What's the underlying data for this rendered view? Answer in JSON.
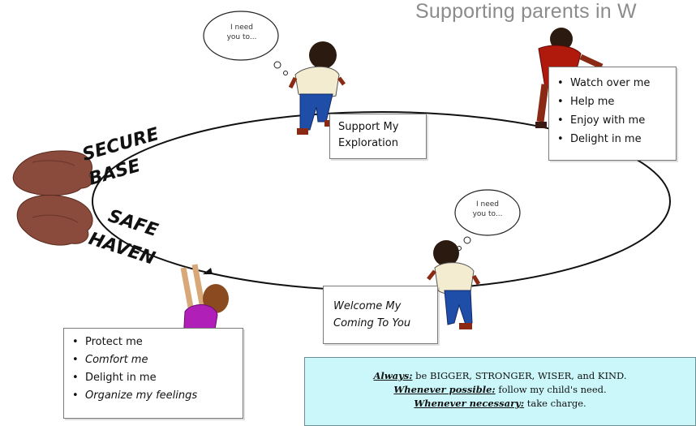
{
  "title": "Supporting parents in W",
  "secure_base": {
    "line1": "SECURE",
    "line2": "BASE"
  },
  "safe_haven": {
    "line1": "SAFE",
    "line2": "HAVEN"
  },
  "bubble_top": {
    "line1": "I need",
    "line2": "you to..."
  },
  "bubble_bottom": {
    "line1": "I need",
    "line2": "you to..."
  },
  "box_explore": {
    "line1": "Support My",
    "line2": "Exploration"
  },
  "box_coming": {
    "line1": "Welcome My",
    "line2": "Coming To You"
  },
  "box_watch": {
    "items": [
      "Watch over me",
      "Help me",
      "Enjoy with me",
      "Delight in me"
    ]
  },
  "box_protect": {
    "items": [
      "Protect me",
      "Comfort me",
      "Delight in me",
      "Organize my feelings"
    ]
  },
  "note": {
    "line1_em": "Always:",
    "line1_rest": " be BIGGER, STRONGER, WISER, and KIND.",
    "line2_em": "Whenever possible:",
    "line2_rest": " follow my child's need.",
    "line3_em": "Whenever necessary:",
    "line3_rest": " take charge."
  },
  "colors": {
    "hands": "#8a4a3c",
    "note_bg": "#ccf7fa",
    "skin_dark": "#8b2a14",
    "child_shirt": "#f3ecd0",
    "child_pants": "#1f4ea8",
    "child_dress": "#b020b8"
  }
}
